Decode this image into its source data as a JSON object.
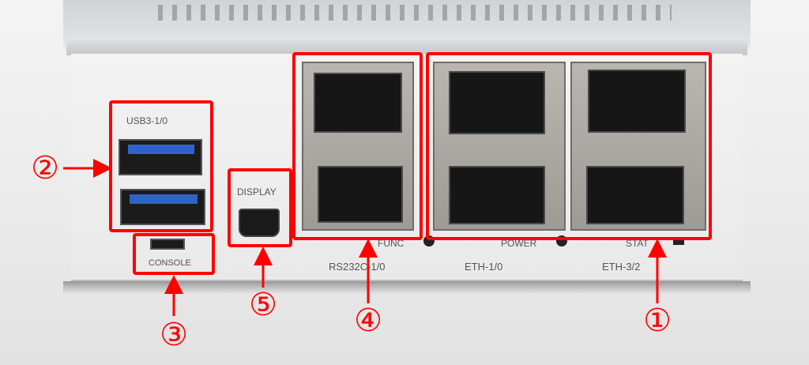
{
  "device_labels": {
    "usb": "USB3-1/0",
    "display": "DISPLAY",
    "console": "CONSOLE",
    "func": "FUNC",
    "power": "POWER",
    "stat": "STAT",
    "rs232c": "RS232C-1/0",
    "eth10": "ETH-1/0",
    "eth32": "ETH-3/2"
  },
  "callouts": {
    "c1": "①",
    "c2": "②",
    "c3": "③",
    "c4": "④",
    "c5": "⑤"
  },
  "colors": {
    "annotation": "#ff0000",
    "usb_blue": "#2f63c9"
  }
}
